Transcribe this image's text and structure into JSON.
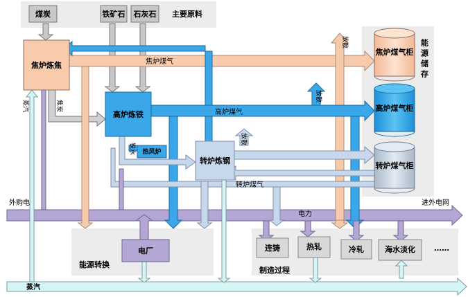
{
  "raw_materials": {
    "title": "主要原料",
    "items": [
      "煤炭",
      "铁矿石",
      "石灰石"
    ]
  },
  "processes": {
    "coking": "焦炉炼焦",
    "blast_furnace": "高炉炼铁",
    "hot_blast_stove": "热风炉",
    "converter": "转炉炼钢"
  },
  "flows": {
    "coke_gas": "焦炉煤气",
    "blast_gas": "高炉煤气",
    "converter_gas": "转炉煤气",
    "coke": "焦炭",
    "molten_iron": "铁水",
    "steam_vertical": "蒸汽",
    "release_1": "放散",
    "release_2": "放散",
    "release_3": "放散",
    "power": "电力",
    "steam": "蒸汽",
    "purchased_power": "外购电",
    "to_grid": "进外电网"
  },
  "storage": {
    "title": "能源储存",
    "holders": [
      "焦炉煤气柜",
      "高炉煤气柜",
      "转炉煤气柜"
    ]
  },
  "conversion": {
    "title": "能源转换",
    "plant": "电厂"
  },
  "manufacturing": {
    "title": "制造过程",
    "items": [
      "连铸",
      "热轧",
      "冷轧",
      "海水淡化",
      "……"
    ]
  },
  "colors": {
    "coke_gas": "#f8cbad",
    "blast_gas": "#3aa8e8",
    "converter_gas": "#c8d8ec",
    "power": "#b4a7d6",
    "steam": "#d6f5f7",
    "gray": "#d0d0d0",
    "panel": "#ececec"
  }
}
